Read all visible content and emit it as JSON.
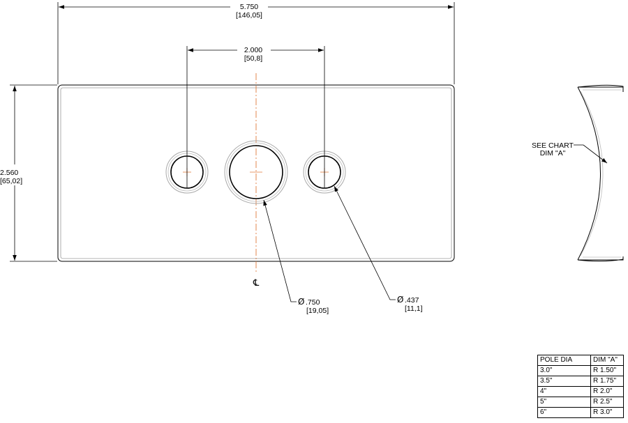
{
  "overall_width": {
    "inch": "5.750",
    "mm": "[146,05]"
  },
  "hole_spacing": {
    "inch": "2.000",
    "mm": "[50,8]"
  },
  "overall_height": {
    "inch": "2.560",
    "mm": "[65,02]"
  },
  "center_hole": {
    "dia_symbol": "Ø",
    "inch": ".750",
    "mm": "[19,05]"
  },
  "side_hole": {
    "dia_symbol": "Ø",
    "inch": ".437",
    "mm": "[11,1]"
  },
  "centerline_symbol": "℄",
  "side_view_note": {
    "line1": "SEE CHART",
    "line2": "DIM \"A\""
  },
  "chart": {
    "headers": [
      "POLE DIA",
      "DIM \"A\""
    ],
    "rows": [
      [
        "3.0\"",
        "R 1.50\""
      ],
      [
        "3.5\"",
        "R 1.75\""
      ],
      [
        "4\"",
        "R 2.0\""
      ],
      [
        "5\"",
        "R 2.5\""
      ],
      [
        "6\"",
        "R 3.0\""
      ]
    ]
  },
  "colors": {
    "centerline": "#e07a3a",
    "line": "#000000",
    "ghost": "#a9a9a9"
  }
}
